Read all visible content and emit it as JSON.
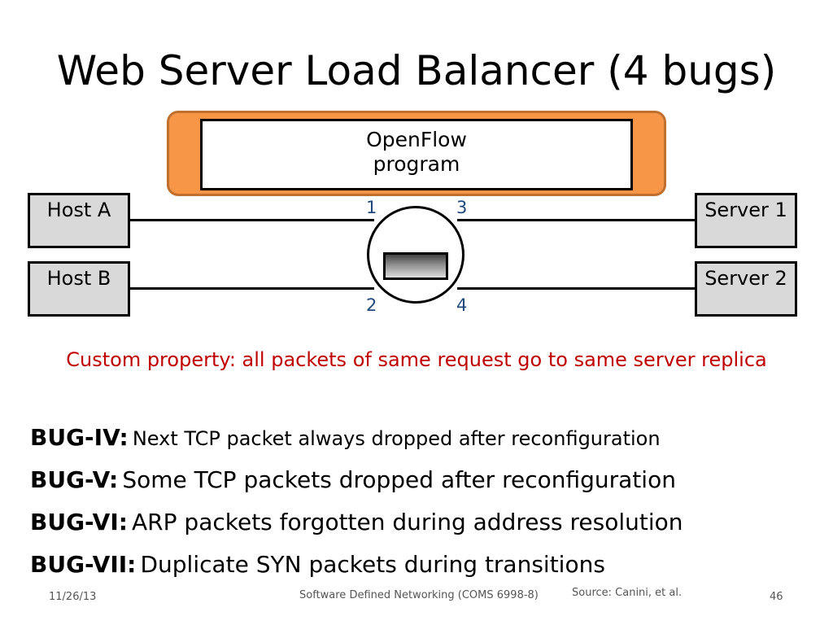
{
  "title": "Web Server Load Balancer (4 bugs)",
  "controller": {
    "line1": "OpenFlow",
    "line2": "program"
  },
  "hosts": {
    "a": "Host A",
    "b": "Host B"
  },
  "servers": {
    "s1": "Server 1",
    "s2": "Server 2"
  },
  "ports": {
    "p1": "1",
    "p2": "2",
    "p3": "3",
    "p4": "4"
  },
  "custom_property": "Custom property: all packets of same request go to same server replica",
  "bugs": [
    {
      "label": "BUG-IV:",
      "text": "Next TCP packet always dropped after reconfiguration"
    },
    {
      "label": "BUG-V:",
      "text": "Some TCP packets dropped after reconfiguration"
    },
    {
      "label": "BUG-VI:",
      "text": "ARP packets forgotten during address resolution"
    },
    {
      "label": "BUG-VII:",
      "text": "Duplicate SYN packets during transitions"
    }
  ],
  "footer": {
    "date": "11/26/13",
    "course": "Software Defined Networking (COMS 6998-8)",
    "source": "Source: Canini, et al.",
    "page": "46"
  },
  "colors": {
    "controller_fill": "#f79646",
    "host_fill": "#d9d9d9",
    "custom_text": "#c00000",
    "port_text": "#1f497d"
  }
}
